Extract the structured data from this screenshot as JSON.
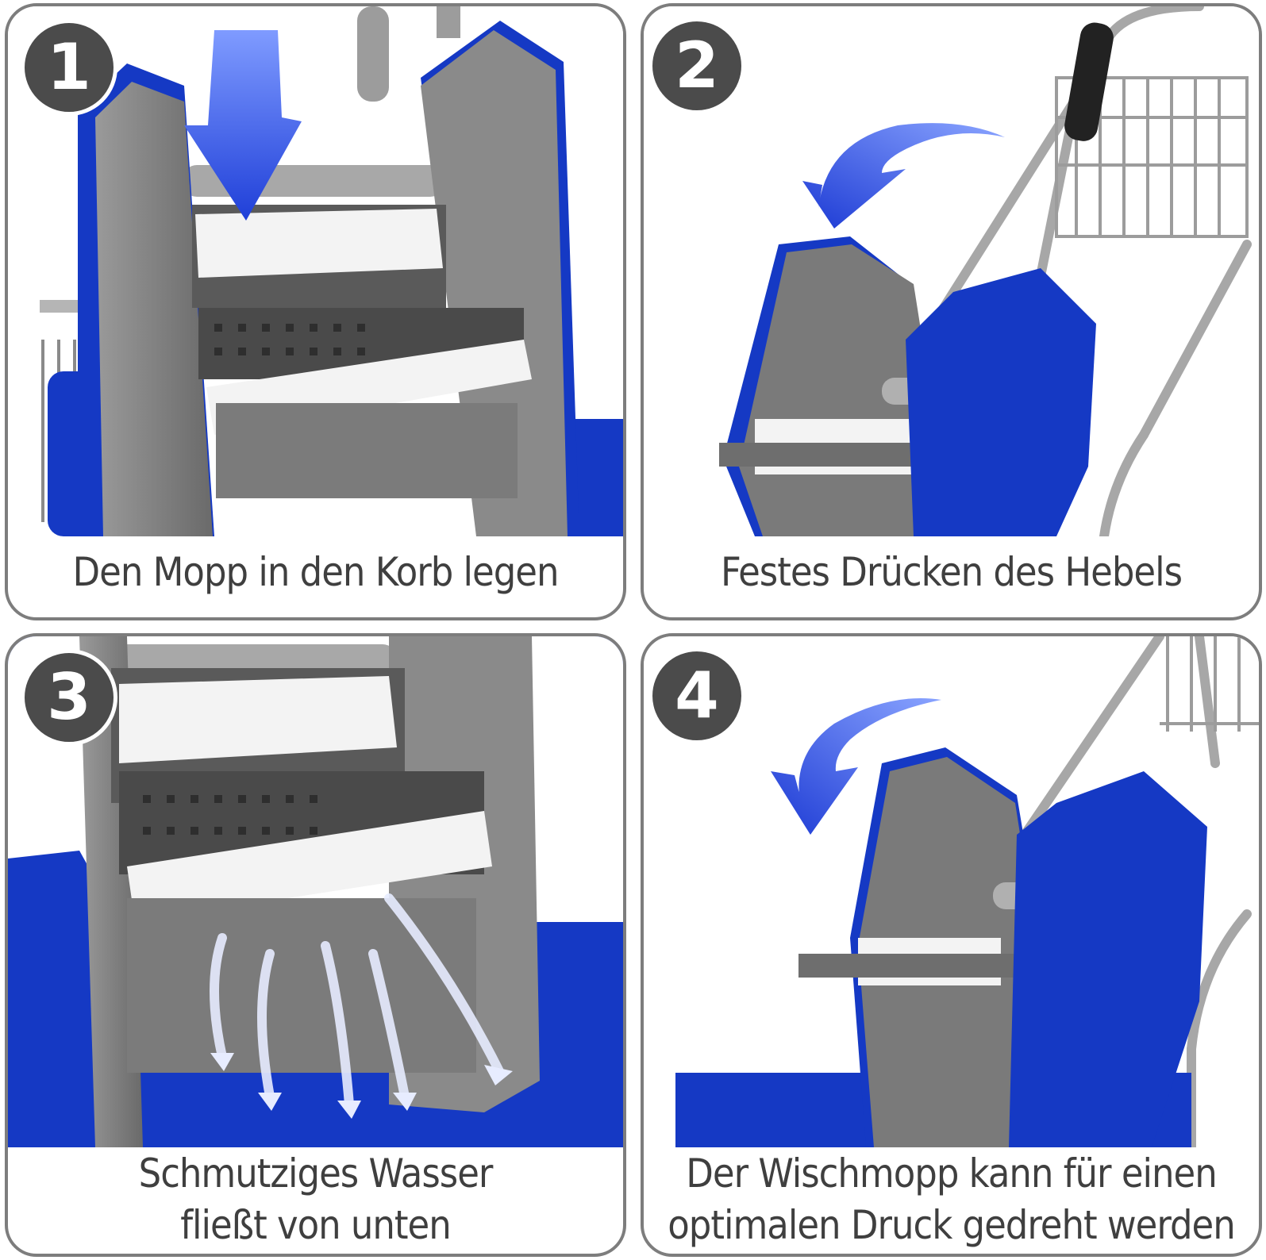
{
  "steps": [
    {
      "number": "1",
      "caption": "Den Mopp in den Korb legen"
    },
    {
      "number": "2",
      "caption": "Festes Drücken des Hebels"
    },
    {
      "number": "3",
      "caption_line1": "Schmutziges Wasser",
      "caption_line2": "fließt von unten"
    },
    {
      "number": "4",
      "caption_line1": "Der Wischmopp kann für einen",
      "caption_line2": "optimalen Druck gedreht werden"
    }
  ],
  "colors": {
    "border": "#7d7d7d",
    "badge": "#4b4b4b",
    "bucket_blue": "#1539c4",
    "press_grey": "#6e6e6e",
    "roller_white": "#f3f3f3",
    "arrow_blue": "#2442d8"
  }
}
